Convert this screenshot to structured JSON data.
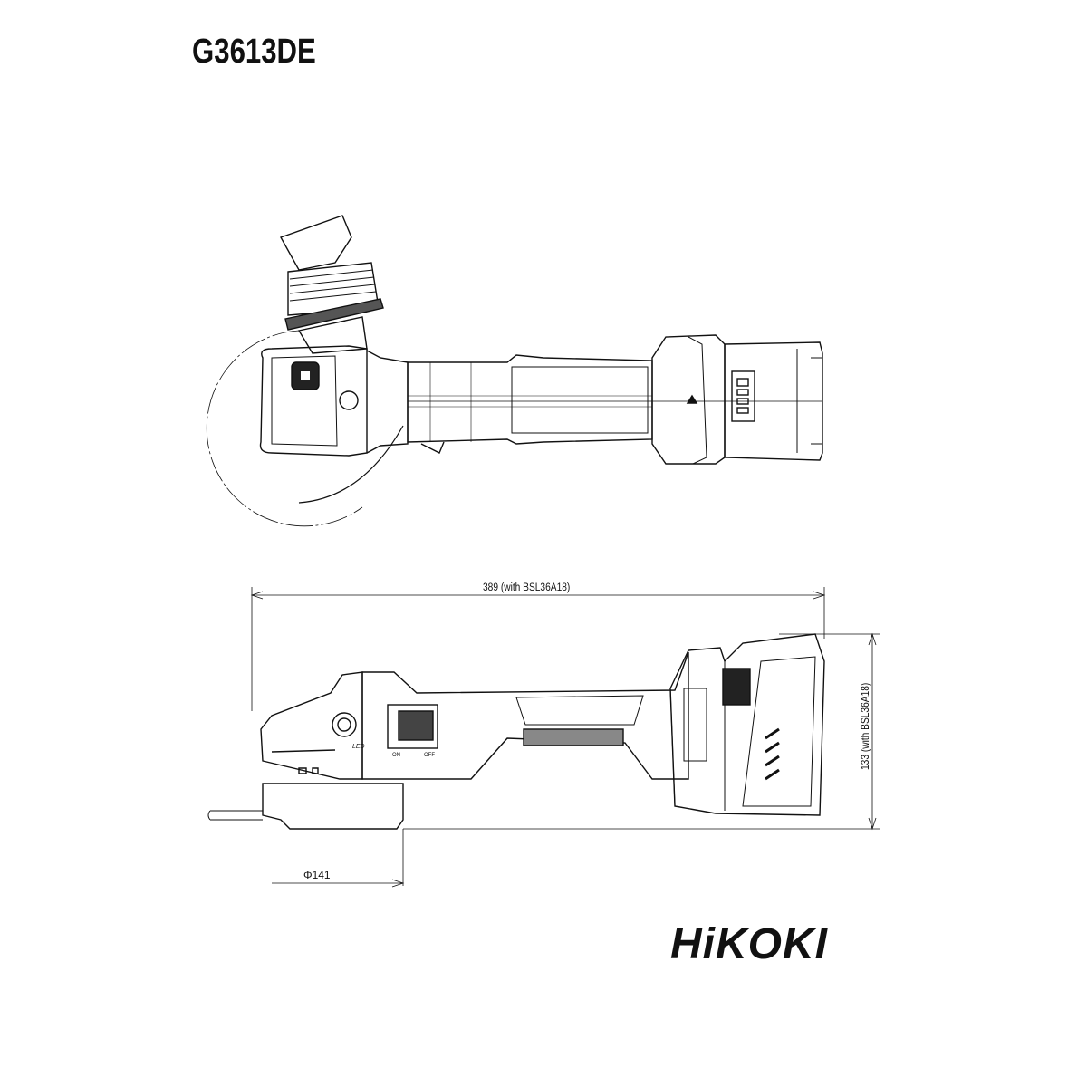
{
  "title": "G3613DE",
  "dimensions": {
    "length": "389  (with BSL36A18)",
    "height": "133  (with BSL36A18)",
    "disc": "Φ141"
  },
  "markings": {
    "on": "ON",
    "off": "OFF",
    "led": "LED"
  },
  "brand": "HiKOKI",
  "colors": {
    "line": "#111111",
    "background": "#ffffff"
  }
}
